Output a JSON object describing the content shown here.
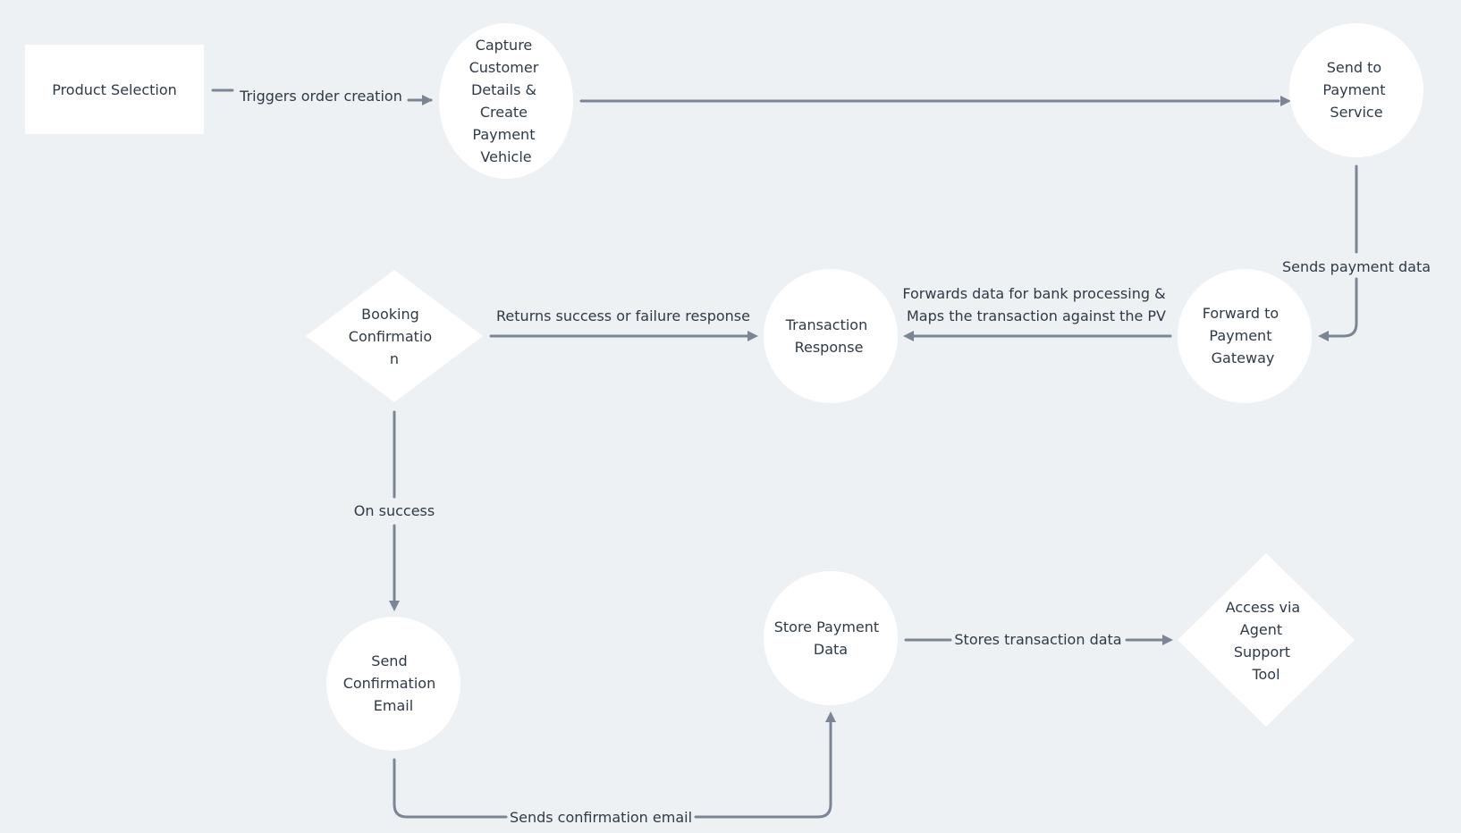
{
  "nodes": {
    "product_selection": [
      "Product Selection"
    ],
    "capture_customer": [
      "Capture",
      "Customer",
      "Details &",
      "Create",
      "Payment",
      "Vehicle"
    ],
    "send_to_payment_service": [
      "Send to",
      "Payment",
      "Service"
    ],
    "forward_to_payment_gateway": [
      "Forward to",
      "Payment",
      "Gateway"
    ],
    "transaction_response": [
      "Transaction",
      "Response"
    ],
    "booking_confirmation": [
      "Booking",
      "Confirmatio",
      "n"
    ],
    "send_confirmation_email": [
      "Send",
      "Confirmation",
      "Email"
    ],
    "store_payment_data": [
      "Store Payment",
      "Data"
    ],
    "access_via_agent_support_tool": [
      "Access via",
      "Agent",
      "Support",
      "Tool"
    ]
  },
  "edges": {
    "triggers_order_creation": [
      "Triggers order creation"
    ],
    "sends_payment_data": [
      "Sends payment data"
    ],
    "forwards_data": [
      "Forwards data for bank processing &",
      "Maps the transaction against the PV"
    ],
    "returns_response": [
      "Returns success or failure response"
    ],
    "on_success": [
      "On success"
    ],
    "sends_confirmation_email": [
      "Sends confirmation email"
    ],
    "stores_transaction_data": [
      "Stores transaction data"
    ]
  },
  "colors": {
    "background": "#eef1f4",
    "node_fill": "#ffffff",
    "edge": "#7b8593",
    "text": "#2f3a47"
  }
}
